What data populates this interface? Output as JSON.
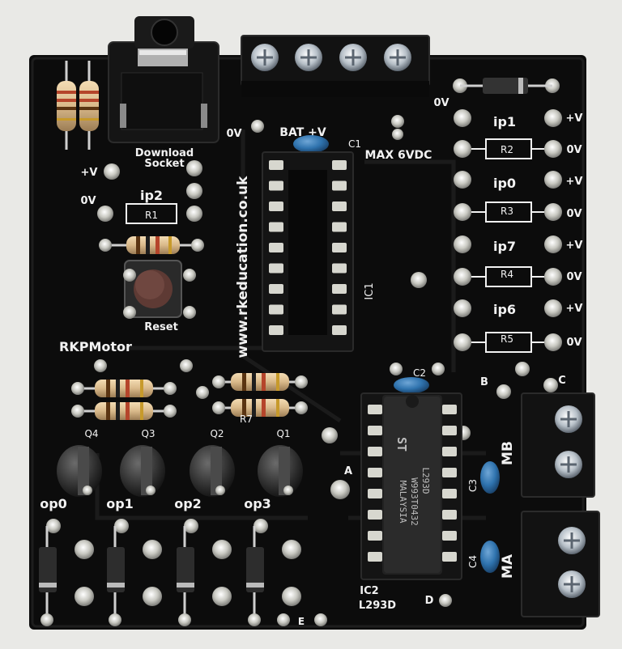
{
  "board": {
    "name": "RKPMotor",
    "url": "www.rkeducation.co.uk",
    "download_label": [
      "Download",
      "Socket"
    ],
    "reset_label": "Reset",
    "bat_label": "BAT +V",
    "max_label": "MAX 6VDC"
  },
  "labels": {
    "c1": "C1",
    "c2": "C2",
    "c3": "C3",
    "c4": "C4",
    "ic1": "IC1",
    "ic2": "IC2",
    "ic2_part": "L293D",
    "r1": "R1",
    "r2": "R2",
    "r3": "R3",
    "r4": "R4",
    "r5": "R5",
    "r7": "R7",
    "q1": "Q1",
    "q2": "Q2",
    "q3": "Q3",
    "q4": "Q4",
    "op0": "op0",
    "op1": "op1",
    "op2": "op2",
    "op3": "op3",
    "ip0": "ip0",
    "ip1": "ip1",
    "ip2": "ip2",
    "ip6": "ip6",
    "ip7": "ip7",
    "pv": "+V",
    "zv": "0V",
    "a": "A",
    "b": "B",
    "c": "C",
    "d": "D",
    "e": "E",
    "mb": "MB",
    "ma": "MA"
  },
  "chip_markings": [
    "L293D",
    "W993T0432",
    "MALAYSIA"
  ],
  "colors": {
    "pcb": "#0c0c0c",
    "silkscreen": "#f2f2f2",
    "capacitor": "#2f73ae",
    "resistor": "#d9b98a",
    "pad": "#c9c9c2",
    "background": "#e9e9e6"
  }
}
